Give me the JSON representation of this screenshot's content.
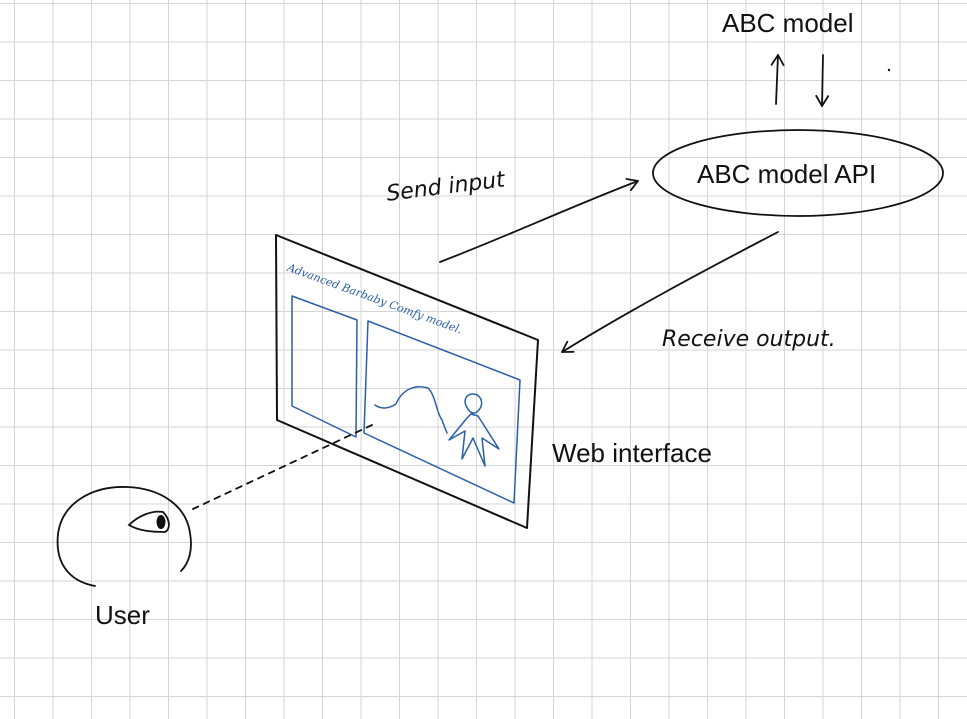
{
  "labels": {
    "abc_model": "ABC model",
    "abc_model_api": "ABC model API",
    "send_input": "Send input",
    "receive_output": "Receive output.",
    "web_interface": "Web interface",
    "user": "User",
    "screen_title": "Advanced Barbaby Comfy model."
  },
  "colors": {
    "ink": "#111111",
    "sketch_blue": "#2a5fa8",
    "grid": "#d4d4d4",
    "paper": "#ffffff"
  }
}
